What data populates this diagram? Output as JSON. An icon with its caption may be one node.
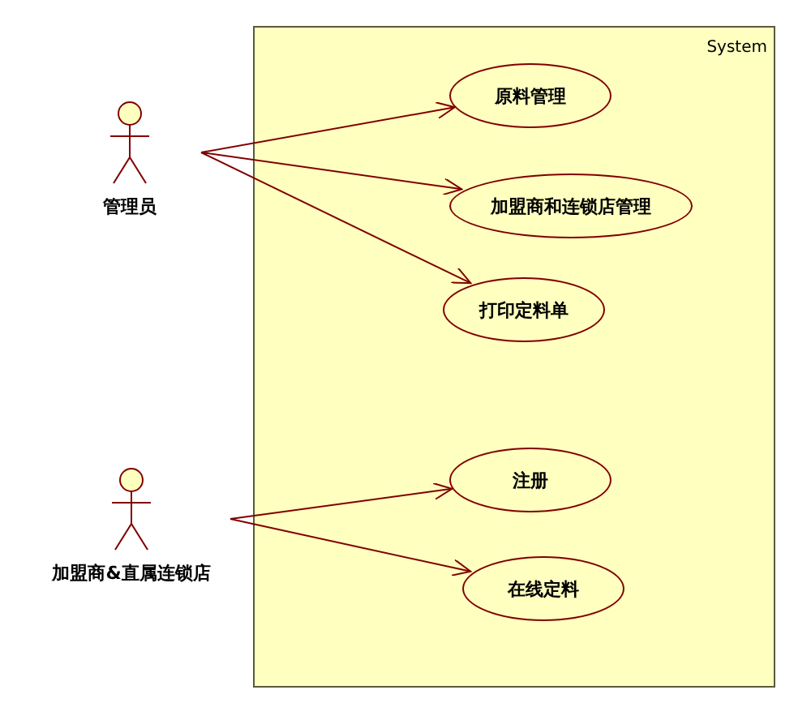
{
  "diagram": {
    "nodes": [
      {
        "text": [
          "管理员"
        ]
      },
      {
        "text": [
          "System"
        ]
      },
      {
        "text": [
          "原料管理"
        ],
        "in": 1
      },
      {
        "text": [
          "加盟商和连锁店管理"
        ],
        "in": 1
      },
      {
        "text": [
          "打印定料单"
        ],
        "in": 1
      },
      {
        "text": [
          "注册"
        ],
        "in": 1
      },
      {
        "text": [
          "在线定料"
        ],
        "in": 1
      },
      {
        "text": [
          "加盟商&直属连锁店"
        ]
      }
    ],
    "edges": [
      {
        "from": 0,
        "to": 2,
        "arrow": "to"
      },
      {
        "from": 0,
        "to": 3,
        "arrow": "to"
      },
      {
        "from": 0,
        "to": 4,
        "arrow": "to"
      },
      {
        "from": 7,
        "to": 5,
        "arrow": "to"
      },
      {
        "from": 7,
        "to": 6,
        "arrow": "to"
      }
    ]
  }
}
